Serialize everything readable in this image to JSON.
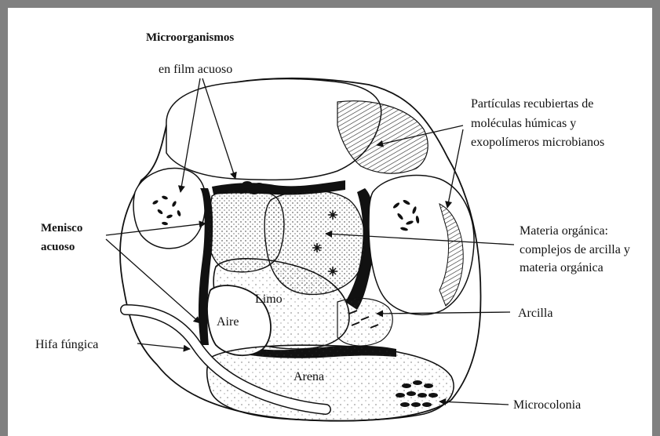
{
  "labels": {
    "microorganismos_1": "Microorganismos",
    "microorganismos_2": "en film acuoso",
    "particulas_1": "Partículas recubiertas de",
    "particulas_2": "moléculas húmicas y",
    "particulas_3": "exopolímeros microbianos",
    "menisco_1": "Menisco",
    "menisco_2": "acuoso",
    "materia_1": "Materia orgánica:",
    "materia_2": "complejos de arcilla y",
    "materia_3": "materia orgánica",
    "limo": "Limo",
    "aire": "Aire",
    "arcilla": "Arcilla",
    "hifa": "Hifa fúngica",
    "arena": "Arena",
    "microcolonia": "Microcolonia"
  },
  "colors": {
    "frame": "#808080",
    "ink": "#111111",
    "background": "#ffffff"
  }
}
